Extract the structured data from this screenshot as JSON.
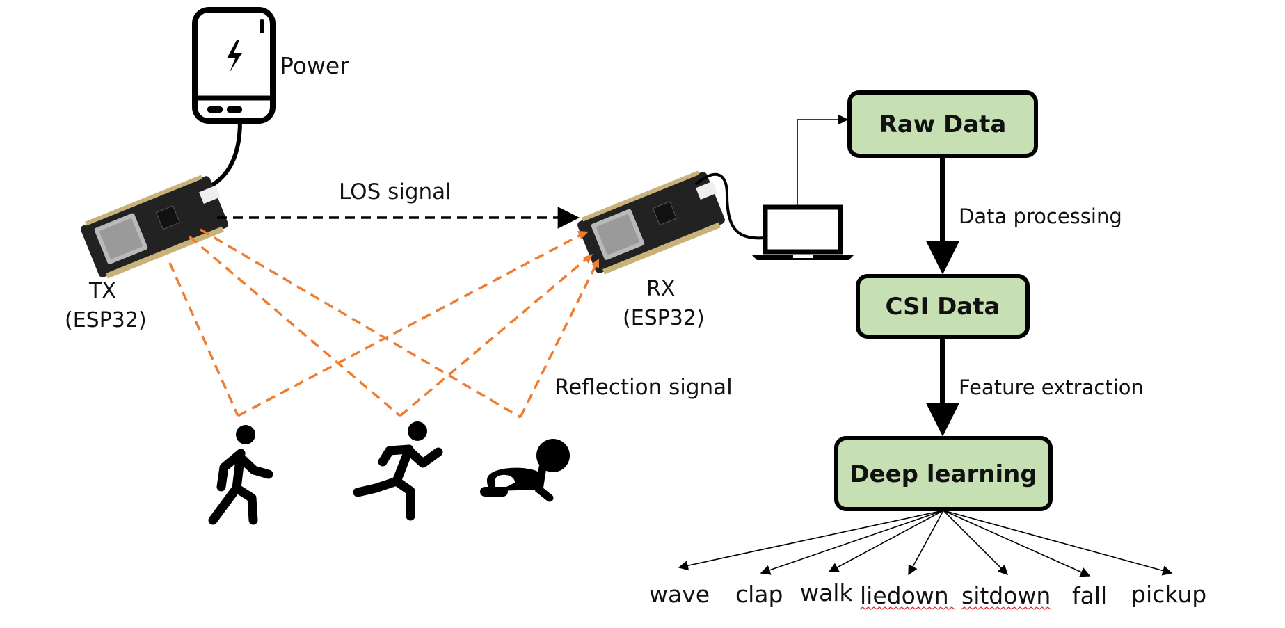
{
  "power_label": "Power",
  "tx": {
    "line1": "TX",
    "line2": "(ESP32)"
  },
  "rx": {
    "line1": "RX",
    "line2": "(ESP32)"
  },
  "los_label": "LOS signal",
  "reflection_label": "Reflection signal",
  "pipeline": {
    "raw": "Raw Data",
    "step1": "Data processing",
    "csi": "CSI Data",
    "step2": "Feature extraction",
    "dl": "Deep learning"
  },
  "activities": [
    "wave",
    "clap",
    "walk",
    "liedown",
    "sitdown",
    "fall",
    "pickup"
  ],
  "colors": {
    "box_fill": "#c6e0b4",
    "reflection": "#ed7d31",
    "ink": "#111111"
  }
}
